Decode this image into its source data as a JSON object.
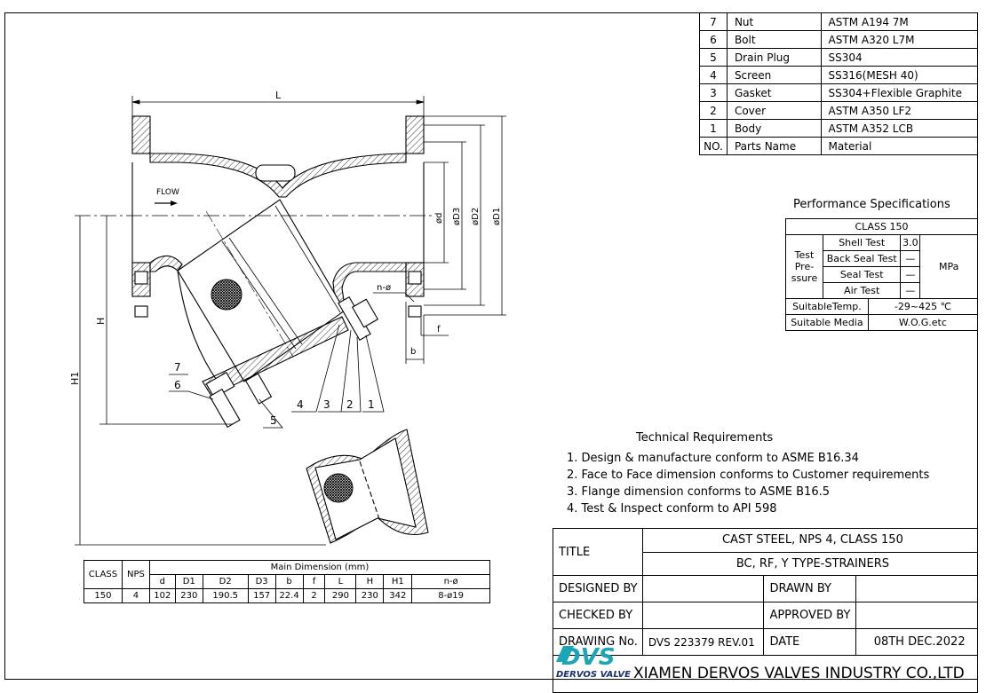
{
  "parts_table": {
    "rows": [
      {
        "no": "7",
        "name": "Nut",
        "material": "ASTM A194 7M"
      },
      {
        "no": "6",
        "name": "Bolt",
        "material": "ASTM A320 L7M"
      },
      {
        "no": "5",
        "name": "Drain Plug",
        "material": "SS304"
      },
      {
        "no": "4",
        "name": "Screen",
        "material": "SS316(MESH 40)"
      },
      {
        "no": "3",
        "name": "Gasket",
        "material": "SS304+Flexible Graphite"
      },
      {
        "no": "2",
        "name": "Cover",
        "material": "ASTM A350 LF2"
      },
      {
        "no": "1",
        "name": "Body",
        "material": "ASTM A352 LCB"
      }
    ],
    "header": {
      "no": "NO.",
      "name": "Parts Name",
      "material": "Material"
    }
  },
  "performance": {
    "title": "Performance Specifications",
    "class": "CLASS 150",
    "test_label": "Test Pre- ssure",
    "unit": "MPa",
    "tests": [
      {
        "name": "Shell Test",
        "value": "3.0"
      },
      {
        "name": "Back Seal Test",
        "value": "—"
      },
      {
        "name": "Seal Test",
        "value": "—"
      },
      {
        "name": "Air Test",
        "value": "—"
      }
    ],
    "temp_label": "SuitableTemp.",
    "temp_value": "-29~425 ℃",
    "media_label": "Suitable Media",
    "media_value": "W.O.G.etc"
  },
  "technical": {
    "title": "Technical Requirements",
    "items": [
      "1. Design & manufacture conform to ASME B16.34",
      "2. Face to Face dimension conforms to Customer requirements",
      "3. Flange dimension conforms to ASME B16.5",
      "4. Test & Inspect conform to API 598"
    ]
  },
  "dimensions": {
    "header_class": "CLASS",
    "header_nps": "NPS",
    "header_main": "Main Dimension (mm)",
    "columns": [
      "d",
      "D1",
      "D2",
      "D3",
      "b",
      "f",
      "L",
      "H",
      "H1",
      "n-ø"
    ],
    "row": {
      "class": "150",
      "nps": "4",
      "values": [
        "102",
        "230",
        "190.5",
        "157",
        "22.4",
        "2",
        "290",
        "230",
        "342",
        "8-ø19"
      ]
    }
  },
  "title_block": {
    "title_label": "TITLE",
    "title_line1": "CAST STEEL, NPS 4, CLASS 150",
    "title_line2": "BC, RF, Y TYPE-STRAINERS",
    "designed_by": "DESIGNED BY",
    "drawn_by": "DRAWN BY",
    "checked_by": "CHECKED BY",
    "approved_by": "APPROVED BY",
    "drawing_no_label": "DRAWING No.",
    "drawing_no": "DVS 223379 REV.01",
    "date_label": "DATE",
    "date": "08TH DEC.2022",
    "company": "XIAMEN DERVOS VALVES INDUSTRY CO.,LTD",
    "logo_letters": "DVS",
    "logo_sub": "DERVOS VALVE"
  },
  "drawing": {
    "dim_L": "L",
    "dim_H": "H",
    "dim_H1": "H1",
    "dim_d": "ød",
    "dim_D3": "øD3",
    "dim_D2": "øD2",
    "dim_D1": "øD1",
    "dim_nphi": "n-ø",
    "dim_f": "f",
    "dim_b": "b",
    "flow": "FLOW",
    "callouts": [
      "7",
      "6",
      "5",
      "4",
      "3",
      "2",
      "1"
    ]
  },
  "colors": {
    "line": "#000000",
    "logo_teal": "#1aa6b7",
    "logo_navy": "#1b2f6e"
  }
}
